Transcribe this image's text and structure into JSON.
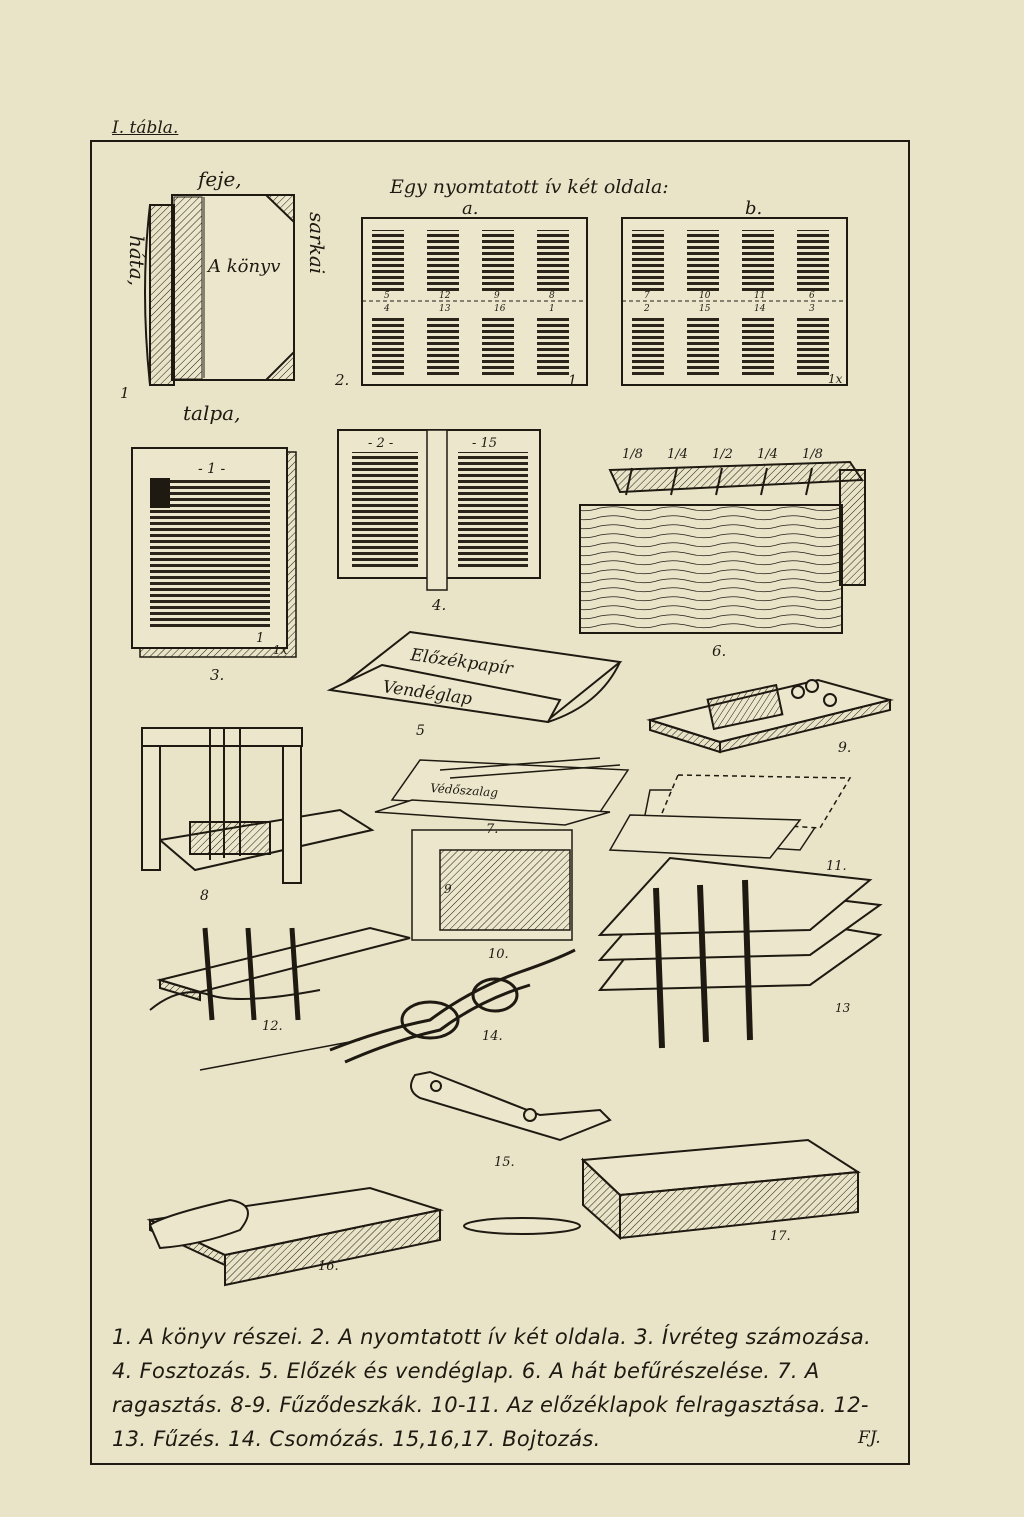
{
  "plate_label": "I. tábla.",
  "fig1": {
    "head": "feje,",
    "tail": "talpa,",
    "spine": "háta,",
    "corners": "sarkai",
    "cover_text": "A könyv",
    "number": "1"
  },
  "fig2": {
    "title": "Egy nyomtatott ív két oldala:",
    "sub_a": "a.",
    "sub_b": "b.",
    "number": "2.",
    "sheet_a_numbers_top": [
      "5",
      "12",
      "9",
      "8"
    ],
    "sheet_a_numbers_bottom": [
      "4",
      "13",
      "16",
      "1"
    ],
    "sheet_b_numbers_top": [
      "7",
      "10",
      "11",
      "6"
    ],
    "sheet_b_numbers_bottom": [
      "2",
      "15",
      "14",
      "3"
    ],
    "corner_a": "1",
    "corner_b": "1x"
  },
  "fig3": {
    "page_number": "- 1 -",
    "corner": "1",
    "corner_x": "1x",
    "number": "3."
  },
  "fig4": {
    "left_page": "- 2 -",
    "right_page": "- 15",
    "number": "4."
  },
  "fig5": {
    "endpaper": "Előzékpapír",
    "guard": "Vendéglap",
    "number": "5"
  },
  "fig6": {
    "fractions": [
      "1/8",
      "1/4",
      "1/2",
      "1/4",
      "1/8"
    ],
    "number": "6."
  },
  "fig7": {
    "strip": "Védőszalag",
    "number": "7."
  },
  "fig8": {
    "number": "8"
  },
  "fig9": {
    "number": "9."
  },
  "fig10": {
    "number": "10.",
    "page": "9"
  },
  "fig11": {
    "number": "11."
  },
  "fig12": {
    "number": "12."
  },
  "fig13": {
    "number": "13"
  },
  "fig14": {
    "number": "14."
  },
  "fig15": {
    "number": "15."
  },
  "fig16": {
    "number": "16."
  },
  "fig17": {
    "number": "17."
  },
  "caption": "1. A könyv részei. 2. A nyomtatott ív két oldala. 3. Ívréteg számozása. 4. Fosztozás. 5. Előzék és vendéglap. 6. A hát befűrészelése. 7. A ragasztás. 8-9. Fűződeszkák. 10-11. Az előzéklapok felragasztása. 12-13. Fűzés. 14. Csomózás. 15,16,17. Bojtozás.",
  "signature": "FJ."
}
